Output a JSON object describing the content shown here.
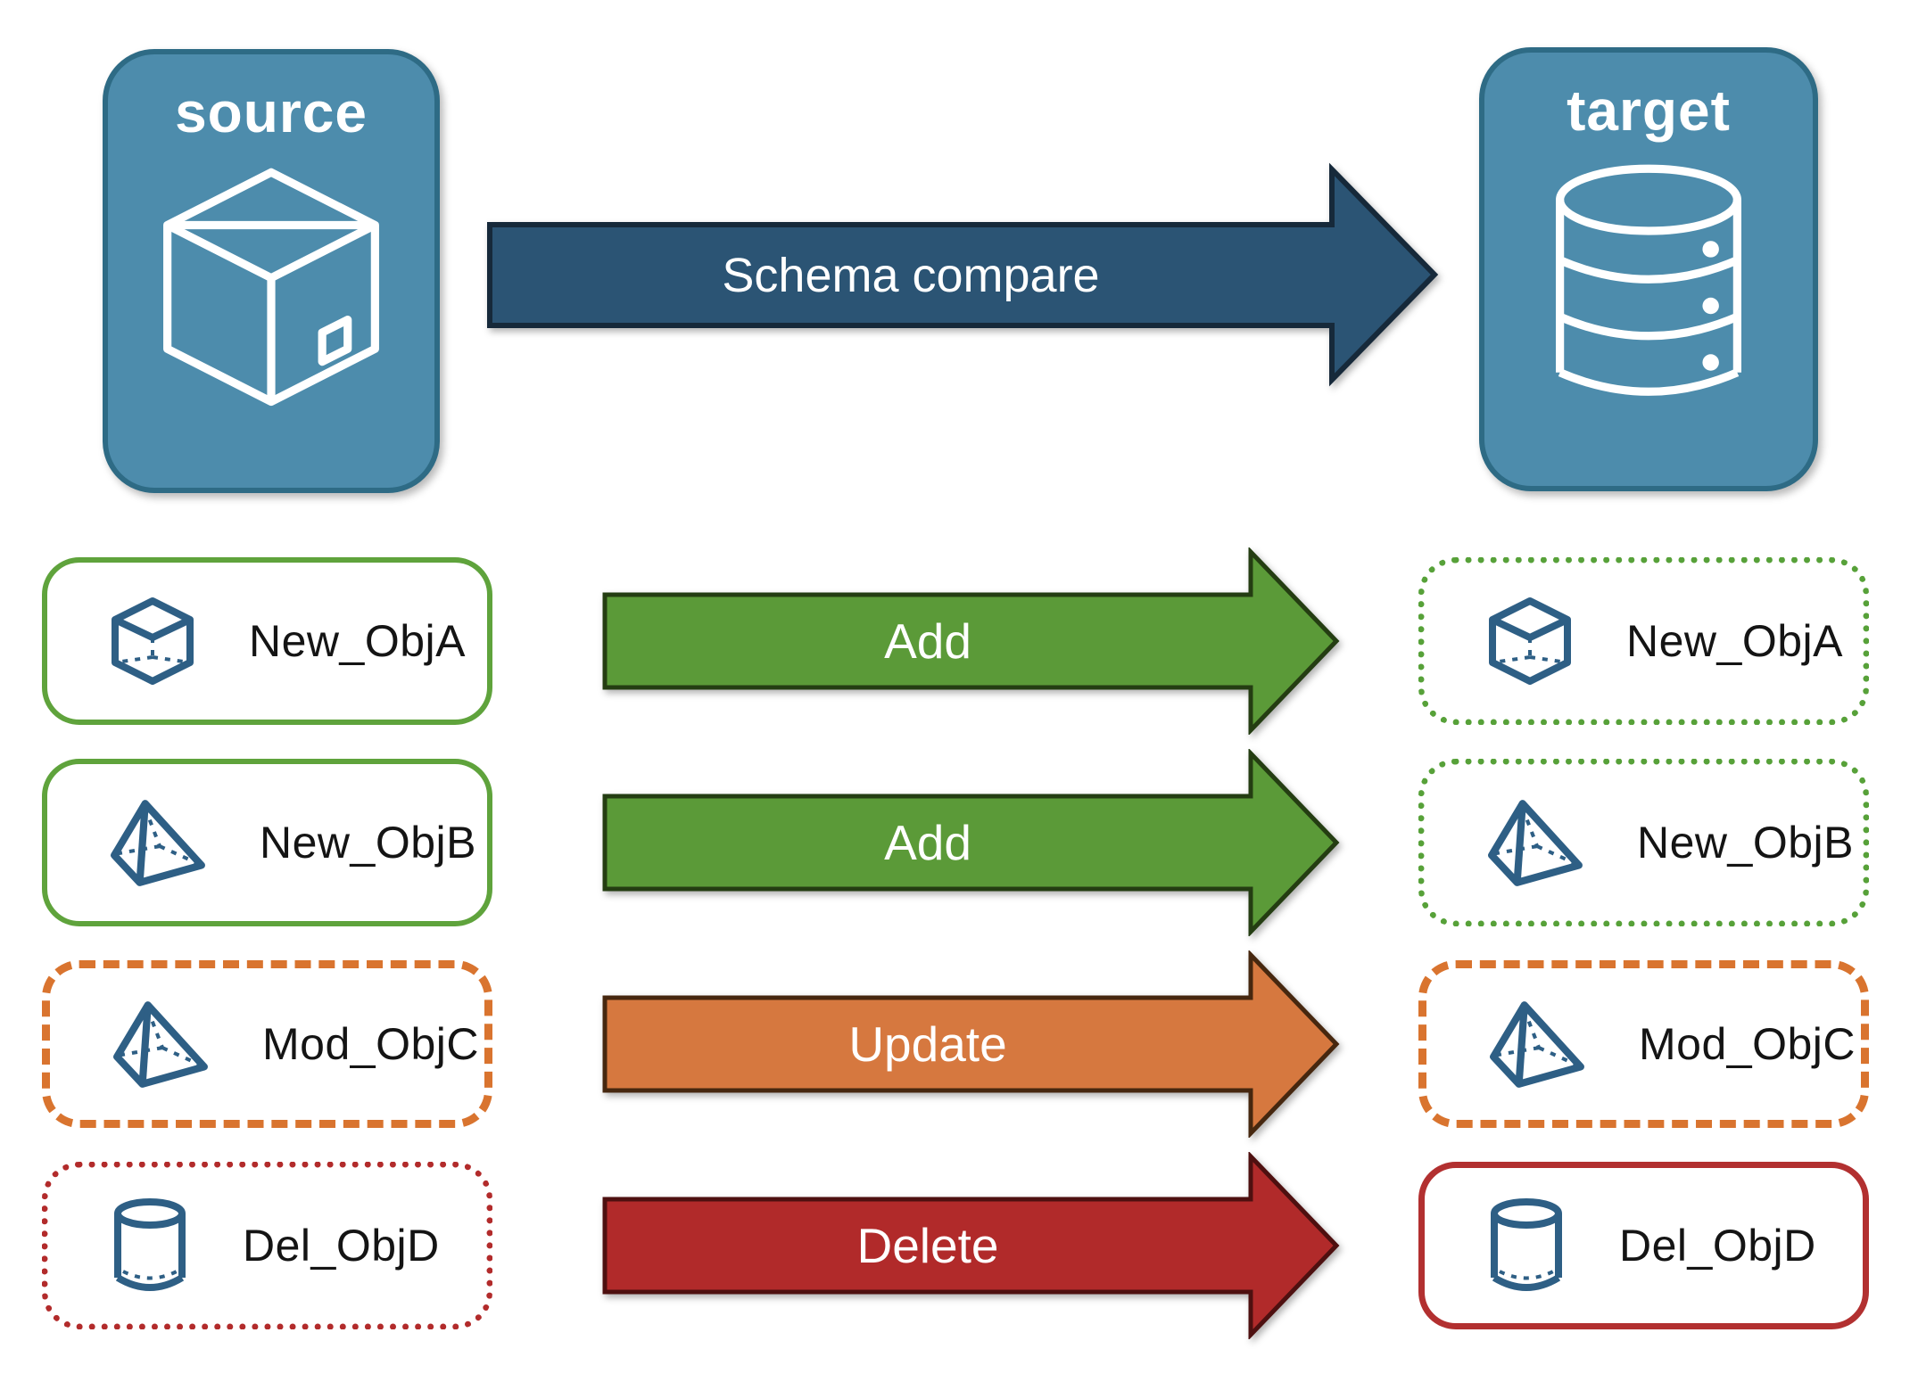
{
  "header": {
    "source_label": "source",
    "target_label": "target",
    "compare_label": "Schema compare"
  },
  "rows": [
    {
      "name": "New_ObjA",
      "action": "Add",
      "icon": "cube",
      "source_border": "solid-green",
      "target_border": "dotted-green"
    },
    {
      "name": "New_ObjB",
      "action": "Add",
      "icon": "pyramid",
      "source_border": "solid-green",
      "target_border": "dotted-green"
    },
    {
      "name": "Mod_ObjC",
      "action": "Update",
      "icon": "pyramid",
      "source_border": "dashed-orange",
      "target_border": "dashed-orange"
    },
    {
      "name": "Del_ObjD",
      "action": "Delete",
      "icon": "cylinder",
      "source_border": "dotted-red",
      "target_border": "solid-red"
    }
  ],
  "colors": {
    "node_fill": "#4D8CAC",
    "node_border": "#2E6B85",
    "compare_arrow": "#2B5474",
    "add_arrow": "#5B9A38",
    "update_arrow": "#D6783F",
    "delete_arrow": "#B12A2A",
    "green_border": "#5FA33C",
    "orange_border": "#D9742F",
    "red_border": "#B22B2B",
    "object_icon_blue": "#2E5F85",
    "label_text": "#141414",
    "arrow_text": "#FFFFFF"
  }
}
